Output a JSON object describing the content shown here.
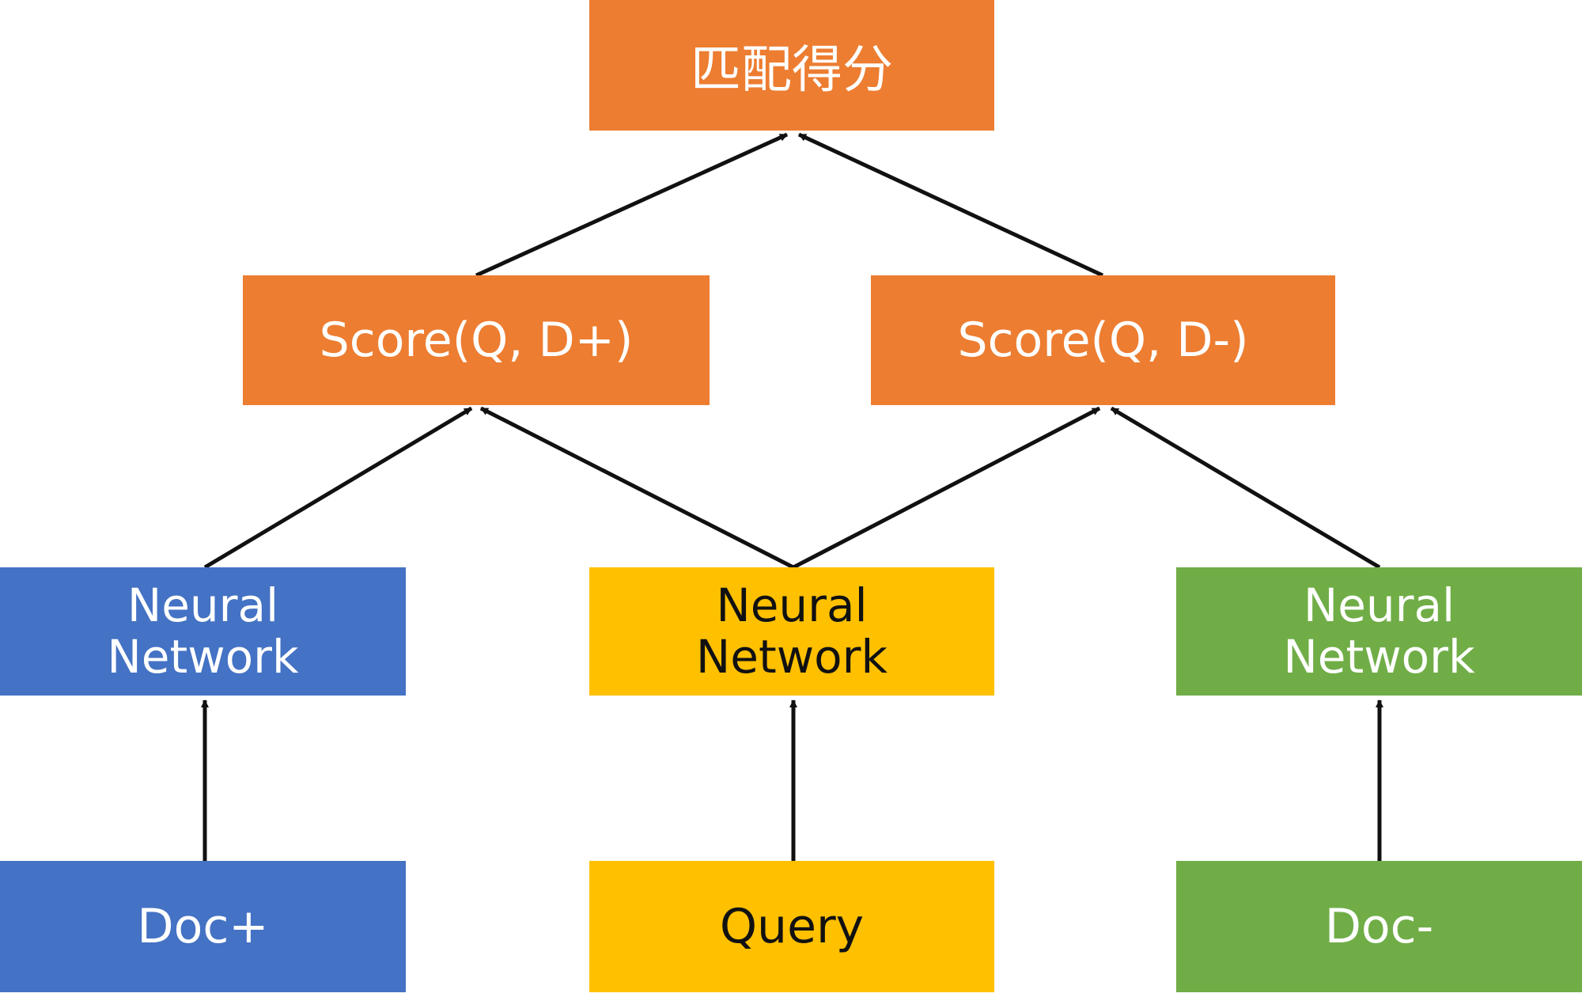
{
  "nodes": {
    "match_score": "匹配得分",
    "score_pos": "Score(Q, D+)",
    "score_neg": "Score(Q, D-)",
    "nn_doc_pos": "Neural\nNetwork",
    "nn_query": "Neural\nNetwork",
    "nn_doc_neg": "Neural\nNetwork",
    "doc_pos": "Doc+",
    "query": "Query",
    "doc_neg": "Doc-"
  },
  "colors": {
    "orange": "#ED7D31",
    "blue": "#4472C4",
    "yellow": "#FFC000",
    "green": "#70AD47",
    "arrow": "#111111"
  },
  "edges": [
    {
      "from": "doc_pos",
      "to": "nn_doc_pos"
    },
    {
      "from": "query",
      "to": "nn_query"
    },
    {
      "from": "doc_neg",
      "to": "nn_doc_neg"
    },
    {
      "from": "nn_doc_pos",
      "to": "score_pos"
    },
    {
      "from": "nn_query",
      "to": "score_pos"
    },
    {
      "from": "nn_query",
      "to": "score_neg"
    },
    {
      "from": "nn_doc_neg",
      "to": "score_neg"
    },
    {
      "from": "score_pos",
      "to": "match_score"
    },
    {
      "from": "score_neg",
      "to": "match_score"
    }
  ]
}
